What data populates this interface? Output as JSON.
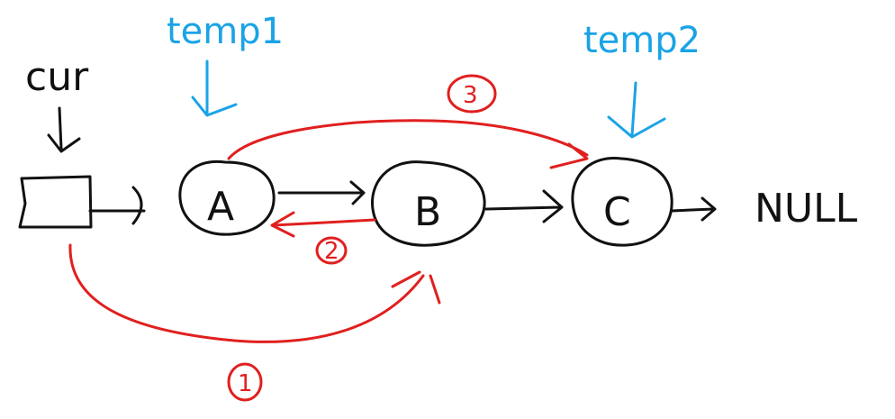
{
  "labels": {
    "cur": "cur",
    "temp1": "temp1",
    "temp2": "temp2",
    "null": "NULL"
  },
  "nodes": [
    {
      "id": "A",
      "label": "A"
    },
    {
      "id": "B",
      "label": "B"
    },
    {
      "id": "C",
      "label": "C"
    }
  ],
  "steps": [
    {
      "id": "1",
      "label": "1"
    },
    {
      "id": "2",
      "label": "2"
    },
    {
      "id": "3",
      "label": "3"
    }
  ],
  "colors": {
    "ink": "#111111",
    "pointer": "#1aa3e6",
    "step": "#e0201f",
    "background": "#ffffff"
  }
}
